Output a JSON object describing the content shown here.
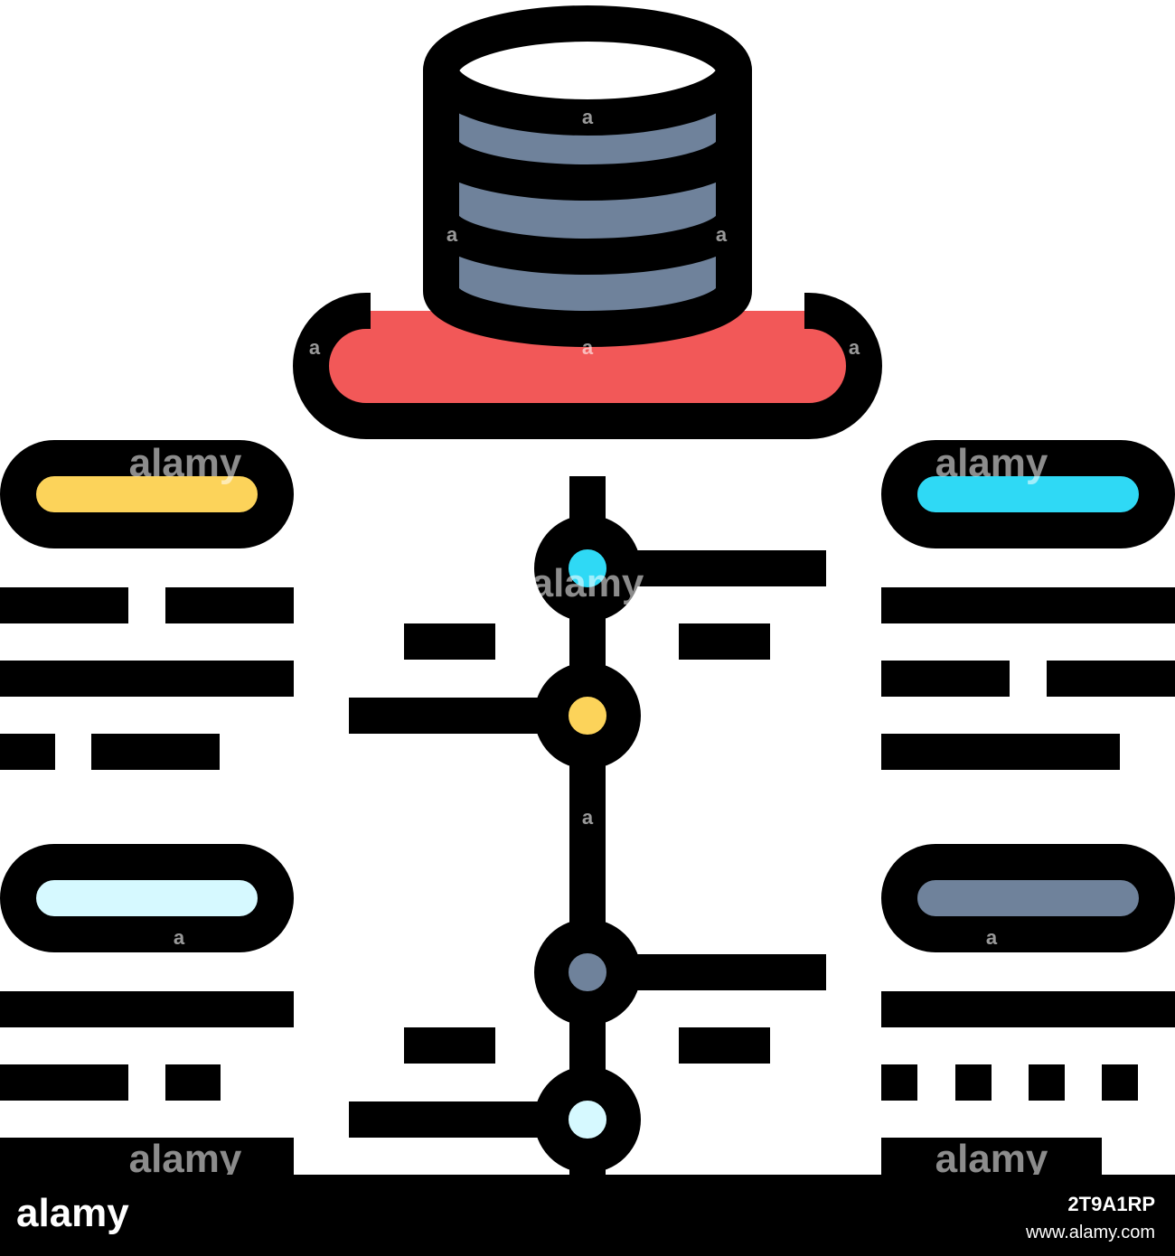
{
  "watermark": {
    "word": "alamy",
    "letter": "a"
  },
  "footer": {
    "logo": "alamy",
    "image_id": "2T9A1RP",
    "url": "www.alamy.com"
  },
  "colors": {
    "stroke": "#000000",
    "database_body": "#6f829b",
    "database_base": "#f25858",
    "pill_yellow": "#fcd35a",
    "pill_cyan": "#2fd9f5",
    "pill_light_blue": "#d6f9ff",
    "pill_slate": "#6f829b",
    "node_cyan": "#2fd9f5",
    "node_yellow": "#fcd35a",
    "node_slate": "#6f829b",
    "node_light_blue": "#d6f9ff",
    "footer_bg": "#000000"
  },
  "icons": {
    "main": "database-structure-icon",
    "database": "database-cylinder-icon",
    "timeline": "timeline-nodes-icon"
  }
}
